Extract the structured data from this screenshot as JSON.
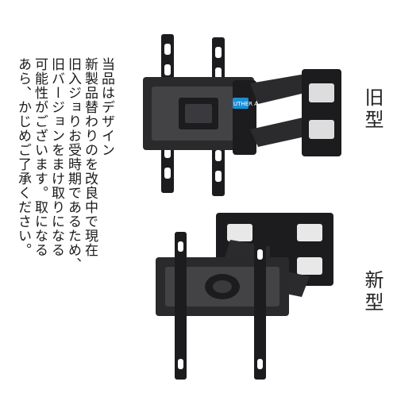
{
  "notice_columns": [
    "当品はデザイン",
    "新製品替わりのを改良中で現在",
    "旧入ジョりお受時期であるため、",
    "旧バージョンをまけ取りになる",
    "可能性がございます。取になる",
    "あら、かじめご了承ください。"
  ],
  "labels": {
    "old": "旧型",
    "new": "新型"
  },
  "brand_badge": "UTHER A",
  "colors": {
    "metal": "#1c1c1e",
    "metal_light": "#3a3a3e",
    "accent": "#1a8fd6"
  }
}
